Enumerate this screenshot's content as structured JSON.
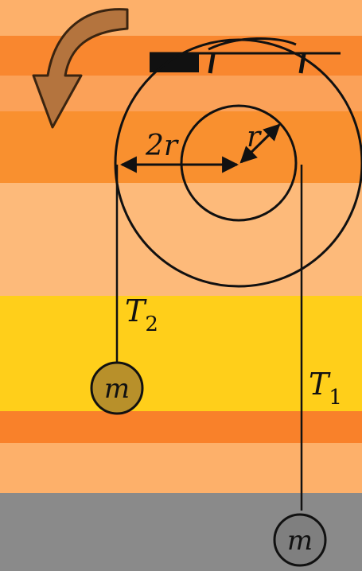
{
  "colors": {
    "band_top": "#FDB06A",
    "band_orange": "#F9872F",
    "band_orange_light": "#FBA158",
    "band_peach": "#FDBA7A",
    "band_yellow": "#FFCF1A",
    "band_bottom_orange": "#F9812A",
    "band_gray": "#8A8A8A",
    "line": "#111111",
    "mass_small": "#B8902A",
    "mass_large": "#7F7F7F",
    "arrow_fill": "#B4743E"
  },
  "icons": {
    "rotation_arrow": "curved-arrow-icon",
    "ceiling_mount": "ceiling-mount-icon"
  },
  "labels": {
    "outer_radius": "2r",
    "inner_radius": "r",
    "tension_left": "T",
    "tension_left_sub": "2",
    "tension_right": "T",
    "tension_right_sub": "1",
    "mass_left": "m",
    "mass_right": "m"
  }
}
